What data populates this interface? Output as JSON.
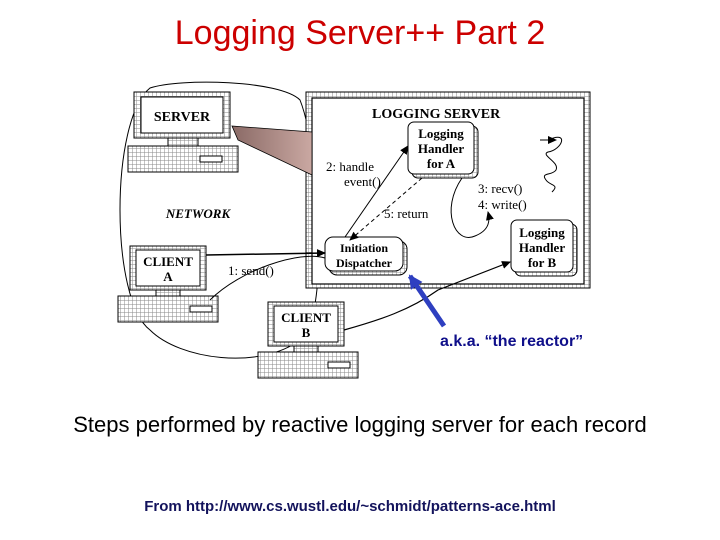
{
  "title": "Logging Server++ Part 2",
  "diagram": {
    "server_label": "SERVER",
    "logging_server_label": "LOGGING SERVER",
    "network_label": "NETWORK",
    "client_a_label": [
      "CLIENT",
      "A"
    ],
    "client_b_label": [
      "CLIENT",
      "B"
    ],
    "handler_a_label": [
      "Logging",
      "Handler",
      "for A"
    ],
    "handler_b_label": [
      "Logging",
      "Handler",
      "for B"
    ],
    "dispatcher_label": [
      "Initiation",
      "Dispatcher"
    ],
    "step_1": "1: send()",
    "step_2": [
      "2: handle",
      "event()"
    ],
    "step_3": "3: recv()",
    "step_4": "4: write()",
    "step_5": "5: return",
    "reactor_note": "a.k.a. “the reactor”",
    "reactor_note_color": "#0f0f8a",
    "arrow_color": "#2e3fc0"
  },
  "caption": "Steps performed by reactive logging server for each record",
  "source": "From http://www.cs.wustl.edu/~schmidt/patterns-ace.html"
}
